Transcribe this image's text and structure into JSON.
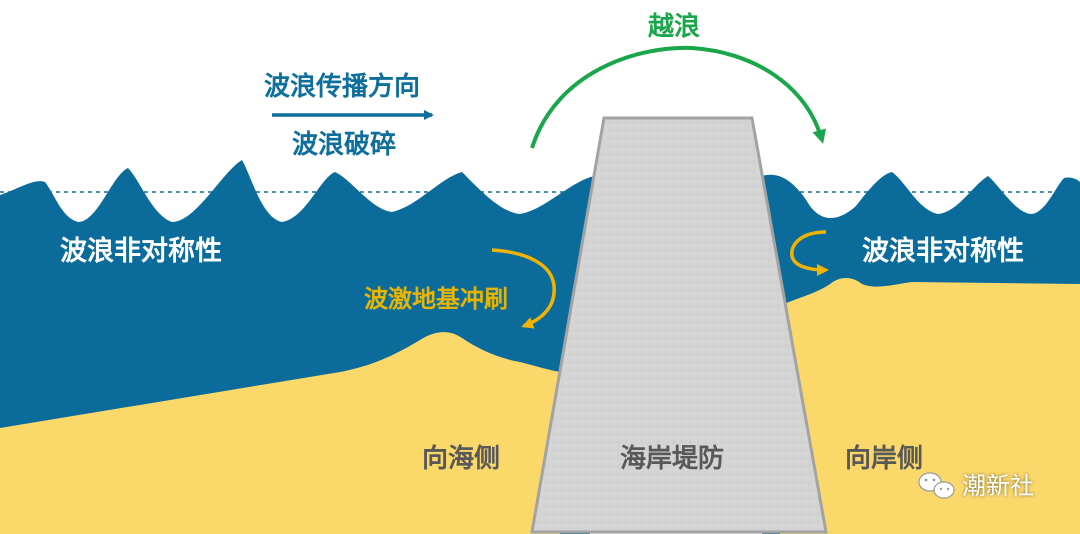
{
  "labels": {
    "propagation": "波浪传播方向",
    "breaking": "波浪破碎",
    "overtopping": "越浪",
    "asymmetry_left": "波浪非对称性",
    "asymmetry_right": "波浪非对称性",
    "scour": "波激地基冲刷",
    "seaward": "向海侧",
    "structure": "海岸堤防",
    "landward": "向岸侧"
  },
  "watermark": {
    "text": "潮新社",
    "icon": "wechat-icon"
  },
  "colors": {
    "water": "#0b6c9b",
    "sand": "#fbd86a",
    "dike": "#d3d3d3",
    "dike_edge": "#a3a3a3",
    "overtopping_arrow": "#1aa64a",
    "scour_arrow": "#f0b400",
    "propagation_arrow": "#0e6f9c"
  }
}
